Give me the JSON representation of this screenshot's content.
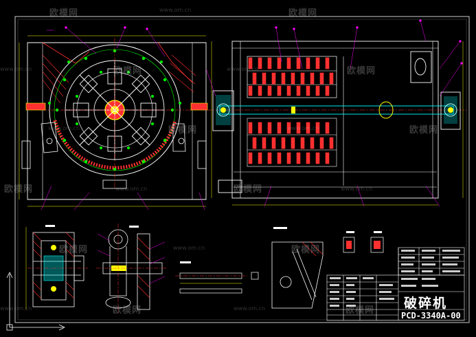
{
  "watermarks": {
    "brand": "欧模网",
    "url": "www.om.cn"
  },
  "title_block": {
    "drawing_title": "破碎机",
    "drawing_code": "PCD-3340A-00"
  },
  "colors": {
    "background": "#000000",
    "outline": "#ffffff",
    "dimension": "#ffff00",
    "centerline": "#ff3030",
    "leader": "#ff00ff",
    "part": "#00ff00",
    "accent": "#00ffff",
    "hatch": "#ff3030"
  }
}
